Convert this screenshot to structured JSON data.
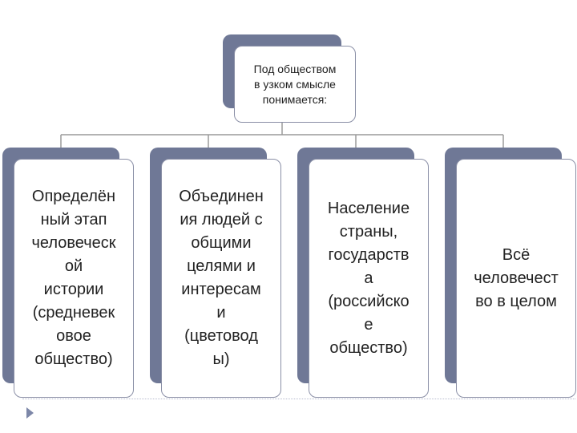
{
  "root": {
    "text": "Под обществом\nв узком смысле\nпонимается:"
  },
  "children": [
    {
      "text": "Определён\nный этап\nчеловеческ\nой\nистории\n(средневек\nовое\nобщество)"
    },
    {
      "text": "Объединен\nия людей с\nобщими\nцелями и\nинтересам\nи\n(цветовод\nы)"
    },
    {
      "text": "Население\nстраны,\nгосударств\nа\n(российско\nе\nобщество)"
    },
    {
      "text": "Всё\nчеловечест\nво в целом"
    }
  ],
  "colors": {
    "shadow": "#6f7896",
    "border": "#8a8fa6",
    "connector": "#9a9a9a"
  }
}
